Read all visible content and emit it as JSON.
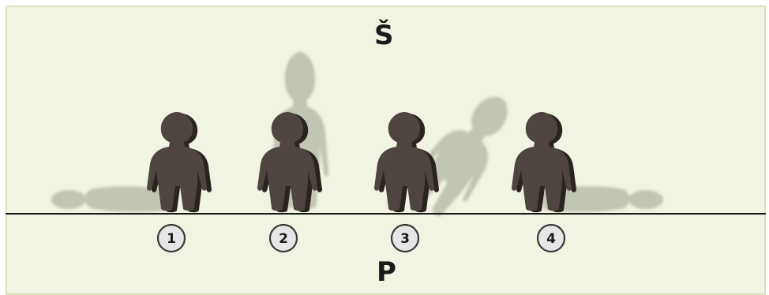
{
  "labels": {
    "top": "Š",
    "bottom": "P"
  },
  "markers": [
    "1",
    "2",
    "3",
    "4"
  ],
  "colors": {
    "background": "#f1f4e2",
    "border": "#d6e2b8",
    "figure": "#4e4540",
    "figure_shadow": "#2a2420",
    "ghost": "#b9bcaa",
    "ground_line": "#1a1a1a",
    "marker_fill": "#e6e6e6",
    "marker_stroke": "#3a3a3a"
  }
}
